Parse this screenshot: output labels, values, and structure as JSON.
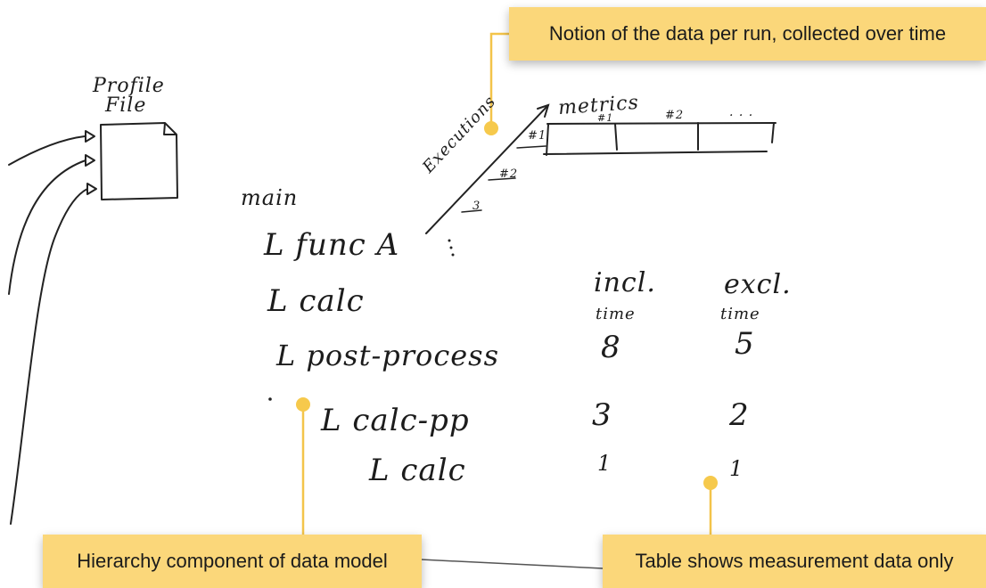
{
  "callouts": {
    "top": "Notion of the data per run, collected over time",
    "bottom_left": "Hierarchy component of data model",
    "bottom_right": "Table shows measurement data only"
  },
  "sketch": {
    "profile_file_line1": "Profile",
    "profile_file_line2": "File",
    "metrics_label": "metrics",
    "executions_label": "Executions",
    "col_1": "#1",
    "col_2": "#2",
    "ellipsis": ". . .",
    "row_1": "#1",
    "row_2": "#2",
    "row_3": "3",
    "tree": {
      "root": "main",
      "func_a": "L func A",
      "calc": "L calc",
      "post_process": "L post-process",
      "calc_pp": "L calc-pp",
      "calc_nested": "L calc"
    },
    "table": {
      "incl_header_line1": "incl.",
      "incl_header_line2": "time",
      "excl_header_line1": "excl.",
      "excl_header_line2": "time",
      "rows": [
        {
          "incl": "8",
          "excl": "5"
        },
        {
          "incl": "3",
          "excl": "2"
        },
        {
          "incl": "1",
          "excl": "1"
        }
      ]
    }
  },
  "colors": {
    "callout_bg": "#fbd77a",
    "leader_line": "#f3c44a",
    "ink": "#1c1c1c"
  }
}
